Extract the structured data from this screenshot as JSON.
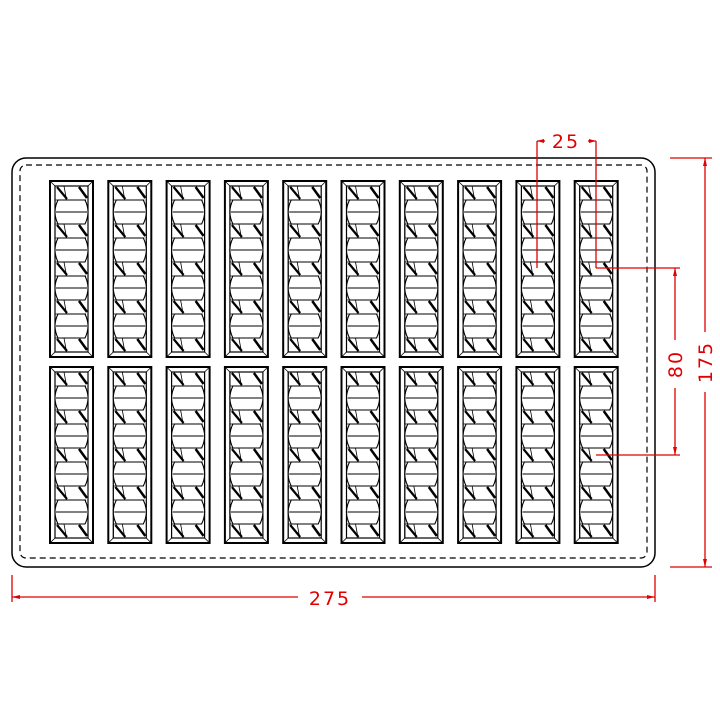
{
  "drawing": {
    "columns": 10,
    "rows": 2,
    "pockets_per_cavity": 5,
    "colors": {
      "outline": "#000000",
      "dimension": "#e00000"
    }
  },
  "dimensions": {
    "overall_width": "275",
    "overall_height": "175",
    "cavity_pitch": "25",
    "cavity_length": "80"
  }
}
